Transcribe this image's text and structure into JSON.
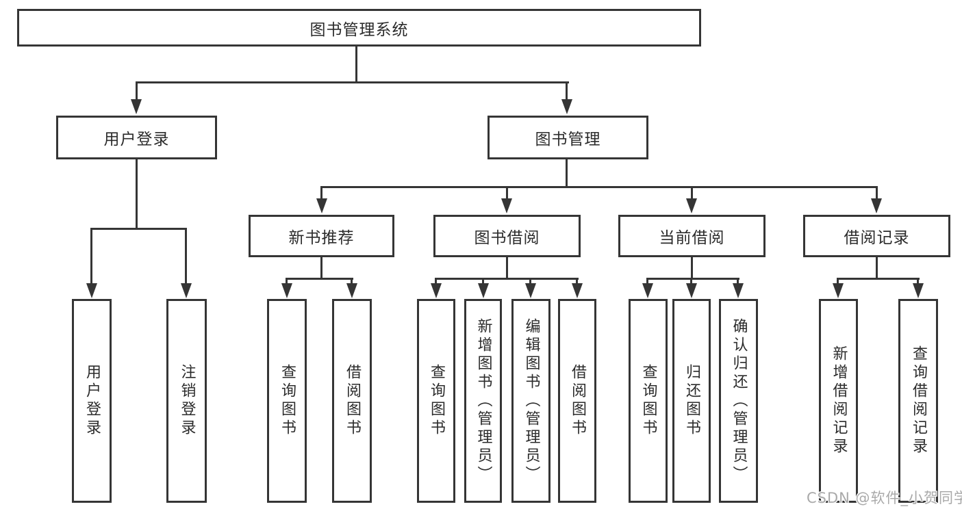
{
  "diagram": {
    "root": {
      "label": "图书管理系统"
    },
    "level2": [
      {
        "label": "用户登录"
      },
      {
        "label": "图书管理"
      }
    ],
    "level3": [
      {
        "label": "新书推荐"
      },
      {
        "label": "图书借阅"
      },
      {
        "label": "当前借阅"
      },
      {
        "label": "借阅记录"
      }
    ],
    "leaves": [
      {
        "label": "用户登录"
      },
      {
        "label": "注销登录"
      },
      {
        "label": "查询图书"
      },
      {
        "label": "借阅图书"
      },
      {
        "label": "查询图书"
      },
      {
        "label": "新增图书（管理员）"
      },
      {
        "label": "编辑图书（管理员）"
      },
      {
        "label": "借阅图书"
      },
      {
        "label": "查询图书"
      },
      {
        "label": "归还图书"
      },
      {
        "label": "确认归还（管理员）"
      },
      {
        "label": "新增借阅记录"
      },
      {
        "label": "查询借阅记录"
      }
    ],
    "watermark": "CSDN @软件_小贺同学",
    "colors": {
      "line": "#353535",
      "text": "#2b2b2b",
      "watermark": "#a9a9a9",
      "background": "#ffffff"
    }
  }
}
